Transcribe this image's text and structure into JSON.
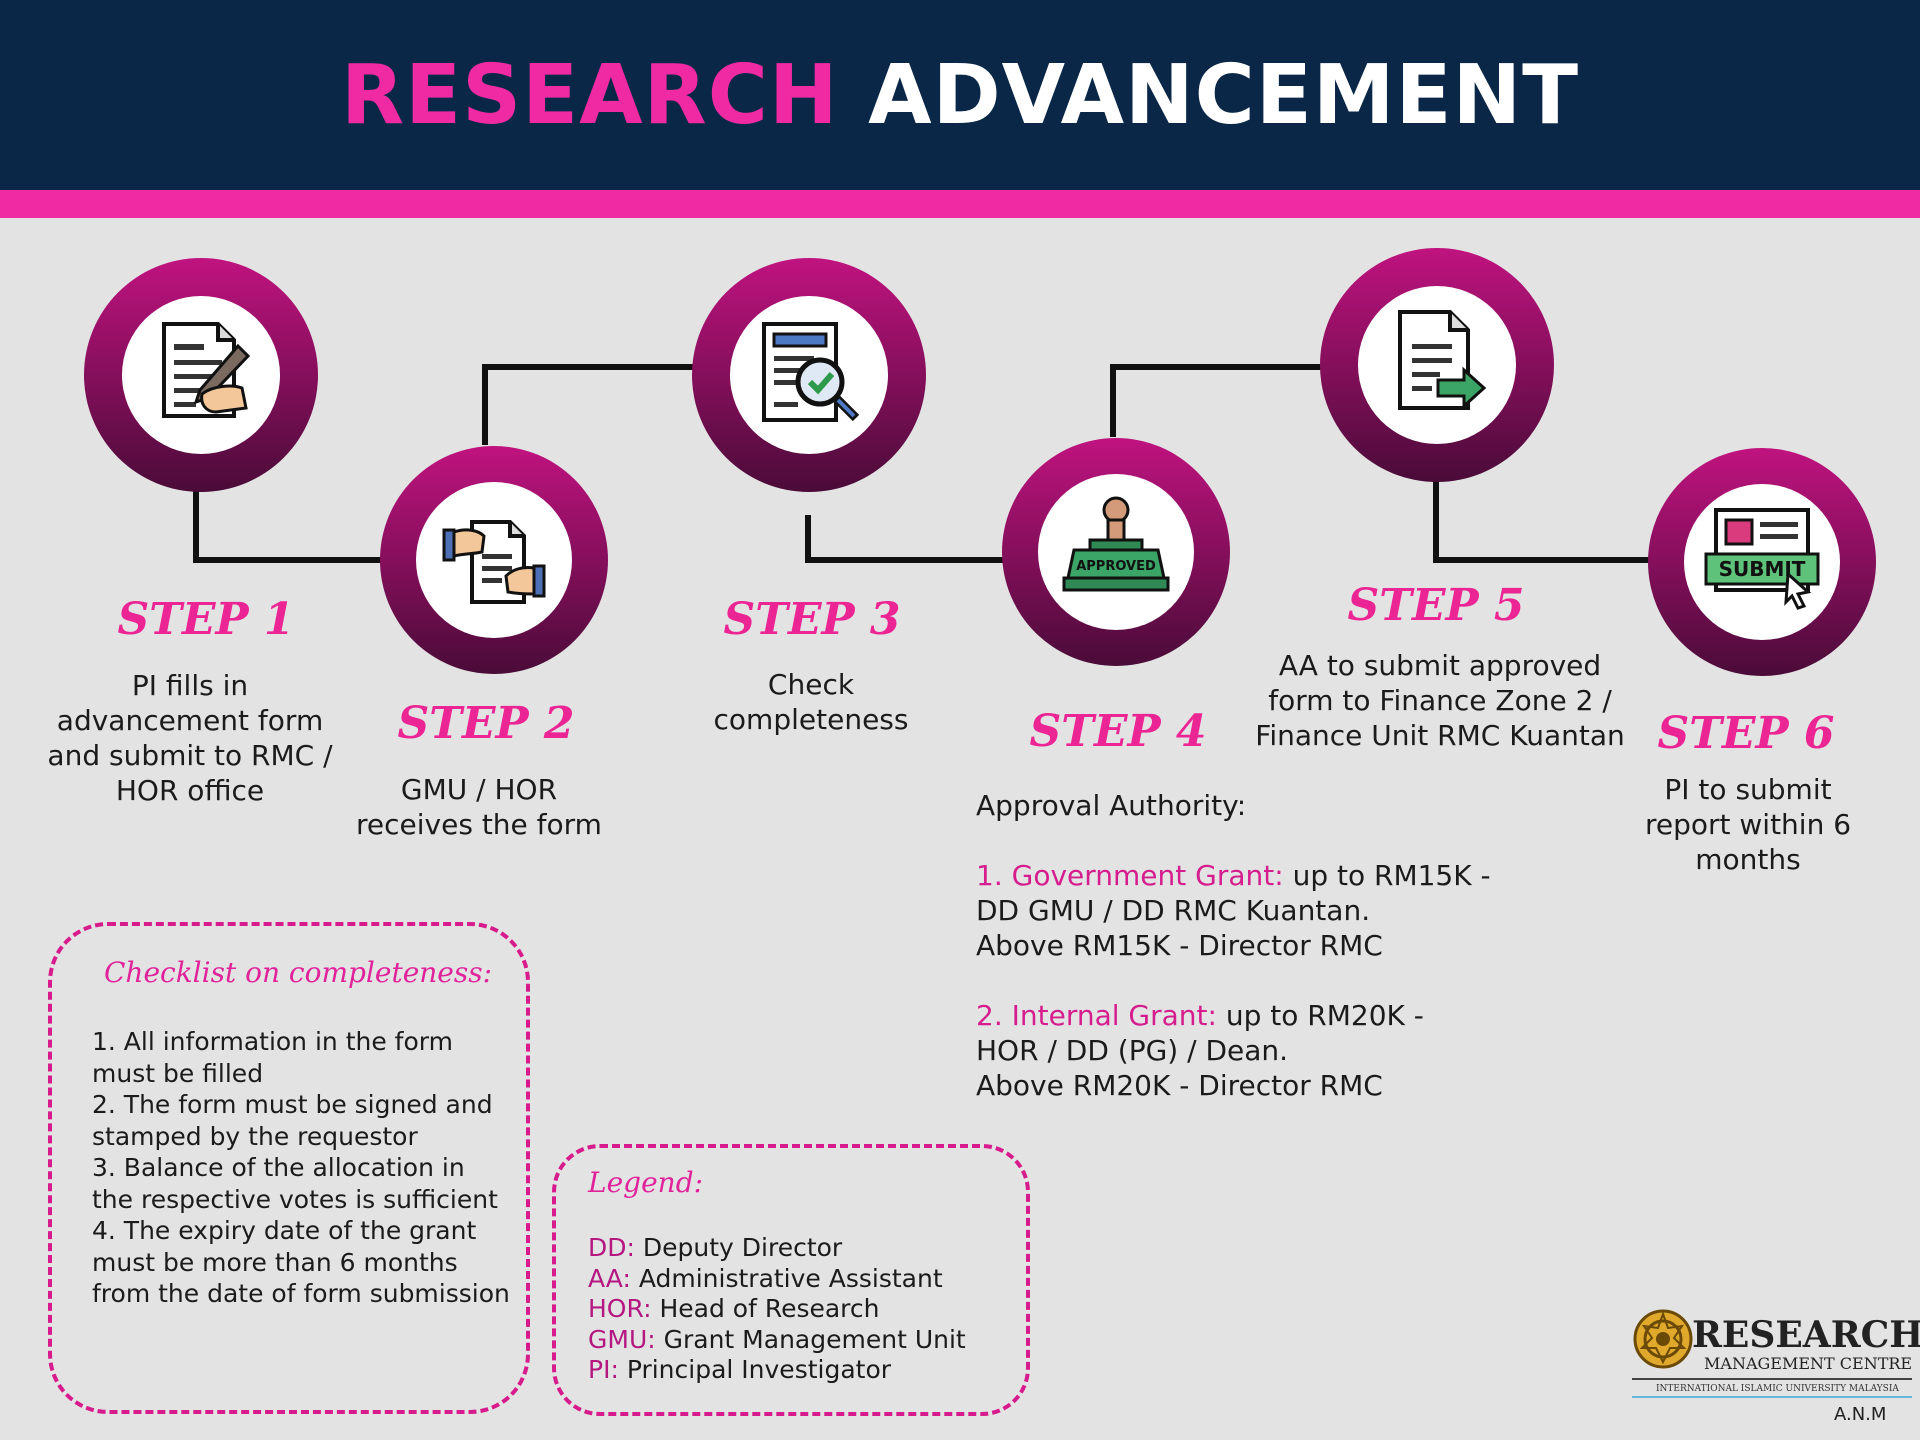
{
  "header": {
    "title_part1": "RESEARCH",
    "title_part2": "ADVANCEMENT"
  },
  "colors": {
    "navy": "#0a2748",
    "pink": "#f02aa3",
    "magenta": "#c0137f",
    "background": "#e3e3e3"
  },
  "steps": [
    {
      "label": "STEP 1",
      "text": "PI fills in advancement form and submit to RMC / HOR office",
      "icon": "form-writing-icon"
    },
    {
      "label": "STEP 2",
      "text": "GMU / HOR receives the form",
      "icon": "document-handover-icon"
    },
    {
      "label": "STEP 3",
      "text": "Check completeness",
      "icon": "document-check-magnifier-icon"
    },
    {
      "label": "STEP 4",
      "text": "Approval Authority:",
      "icon": "approved-stamp-icon",
      "stamp_text": "APPROVED"
    },
    {
      "label": "STEP 5",
      "text": "AA to submit approved form to Finance Zone 2 / Finance Unit RMC Kuantan",
      "icon": "document-forward-icon"
    },
    {
      "label": "STEP 6",
      "text": "PI to submit report within 6 months",
      "icon": "submit-report-icon",
      "button_text": "SUBMIT"
    }
  ],
  "approval": {
    "heading": "Approval Authority:",
    "items": [
      {
        "label": "1. Government Grant:",
        "line1": " up to RM15K -",
        "line2": "DD GMU / DD RMC Kuantan.",
        "line3": "Above RM15K - Director RMC"
      },
      {
        "label": "2. Internal Grant:",
        "line1": " up to RM20K -",
        "line2": "HOR / DD (PG) / Dean.",
        "line3": "Above RM20K - Director RMC"
      }
    ]
  },
  "checklist": {
    "title": "Checklist on completeness:",
    "items": [
      "1. All information in the form must be filled",
      "2. The form must be signed and stamped by the requestor",
      "3. Balance of the allocation in the respective votes is sufficient",
      "4. The expiry date of the grant must be more than 6 months from the date of form submission"
    ]
  },
  "legend": {
    "title": "Legend:",
    "items": [
      {
        "abbr": "DD:",
        "meaning": " Deputy Director"
      },
      {
        "abbr": "AA:",
        "meaning": " Administrative Assistant"
      },
      {
        "abbr": "HOR:",
        "meaning": " Head of Research"
      },
      {
        "abbr": "GMU:",
        "meaning": " Grant Management Unit"
      },
      {
        "abbr": "PI:",
        "meaning": " Principal Investigator"
      }
    ]
  },
  "logo": {
    "main": "RESEARCH",
    "sub": "MANAGEMENT CENTRE",
    "university": "INTERNATIONAL ISLAMIC UNIVERSITY MALAYSIA",
    "icon": "university-emblem-icon"
  },
  "credit": "A.N.M"
}
